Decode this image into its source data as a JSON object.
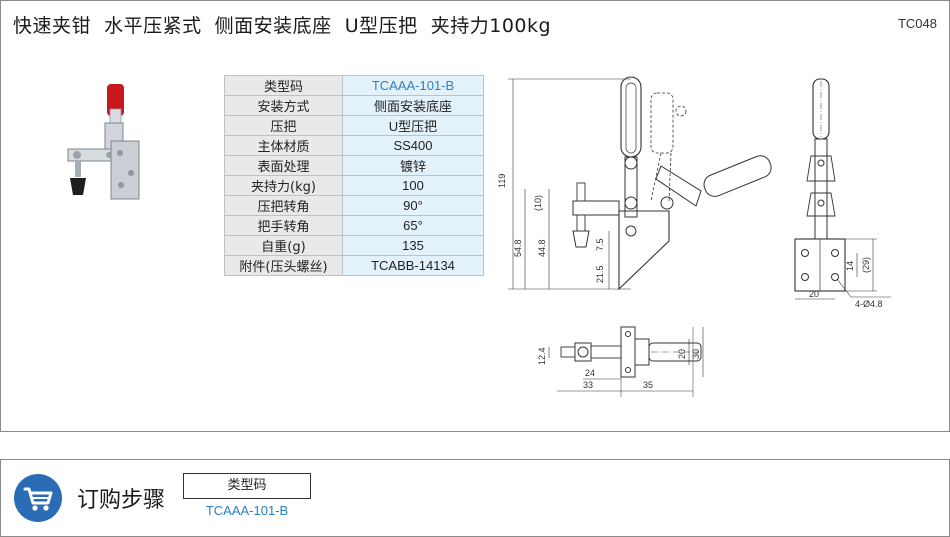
{
  "header": {
    "title": "快速夹钳  水平压紧式  侧面安装底座  U型压把  夹持力100kg",
    "model_code": "TC048"
  },
  "spec_table": [
    {
      "key": "类型码",
      "value": "TCAAA-101-B"
    },
    {
      "key": "安装方式",
      "value": "侧面安装底座"
    },
    {
      "key": "压把",
      "value": "U型压把"
    },
    {
      "key": "主体材质",
      "value": "SS400"
    },
    {
      "key": "表面处理",
      "value": "镀锌"
    },
    {
      "key": "夹持力(kg)",
      "value": "100"
    },
    {
      "key": "压把转角",
      "value": "90°"
    },
    {
      "key": "把手转角",
      "value": "65°"
    },
    {
      "key": "自重(g)",
      "value": "135"
    },
    {
      "key": "附件(压头螺丝)",
      "value": "TCABB-14134"
    }
  ],
  "dimensions": {
    "d119": "119",
    "d10": "(10)",
    "d548": "54.8",
    "d448": "44.8",
    "d75": "7.5",
    "d215": "21.5",
    "d14": "14",
    "d29": "(29)",
    "d20a": "20",
    "hole": "4-Ø4.8",
    "d124": "12.4",
    "d24": "24",
    "d33": "33",
    "d35": "35",
    "d20b": "20",
    "d30": "30"
  },
  "order": {
    "title": "订购步骤",
    "code_label": "类型码",
    "code_value": "TCAAA-101-B"
  },
  "colors": {
    "accent": "#2b6cb6",
    "link": "#2a7fc1",
    "cell_blue": "#e3f1fb",
    "cell_gray": "#e9e9e9"
  },
  "icons": {
    "cart": "shopping-cart-icon"
  }
}
